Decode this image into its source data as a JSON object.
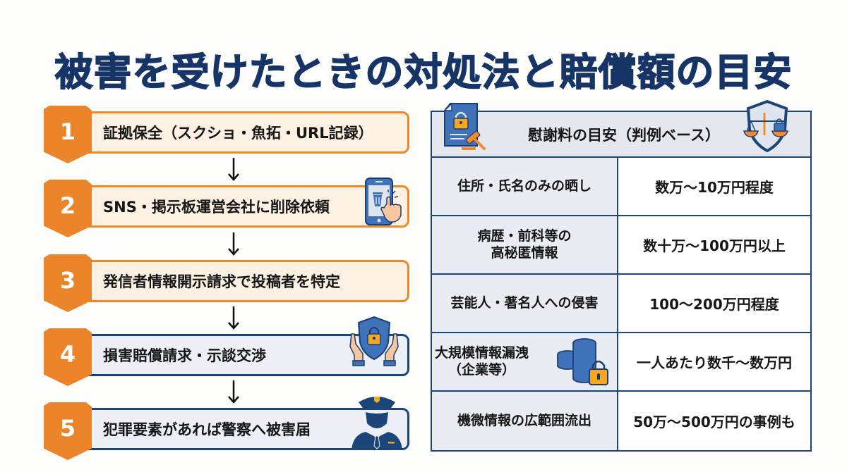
{
  "title": "被害を受けたときの対処法と賠償額の目安",
  "steps": [
    {
      "number": "1",
      "label": "証拠保全（スクショ・魚拓・URL記録）",
      "style": "orange"
    },
    {
      "number": "2",
      "label": "SNS・掲示板運営会社に削除依頼",
      "style": "orange",
      "icon": "phone-trash-icon"
    },
    {
      "number": "3",
      "label": "発信者情報開示請求で投稿者を特定",
      "style": "orange"
    },
    {
      "number": "4",
      "label": "損害賠償請求・示談交渉",
      "style": "blue",
      "icon": "shield-lock-hands-icon"
    },
    {
      "number": "5",
      "label": "犯罪要素があれば警察へ被害届",
      "style": "blue",
      "icon": "police-officer-icon"
    }
  ],
  "table": {
    "header": "慰謝料の目安（判例ベース）",
    "header_icons": [
      "document-lock-gavel-icon",
      "shield-scales-icon"
    ],
    "rows": [
      {
        "case": "住所・氏名のみの晒し",
        "amount": "数万～10万円程度"
      },
      {
        "case_line1": "病歴・前科等の",
        "case_line2": "高秘匿情報",
        "amount": "数十万～100万円以上"
      },
      {
        "case": "芸能人・著名人への侵害",
        "amount": "100～200万円程度"
      },
      {
        "case_line1": "大規模情報漏洩",
        "case_line2": "（企業等）",
        "amount": "一人あたり数千～数万円",
        "icon": "database-lock-icon"
      },
      {
        "case": "機微情報の広範囲流出",
        "amount": "50万～500万円の事例も"
      }
    ]
  },
  "colors": {
    "title": "#173466",
    "orange": "#ec842a",
    "navy": "#1c4579",
    "cream": "#fdf1e4",
    "light_gray_blue": "#e9ecf2"
  }
}
